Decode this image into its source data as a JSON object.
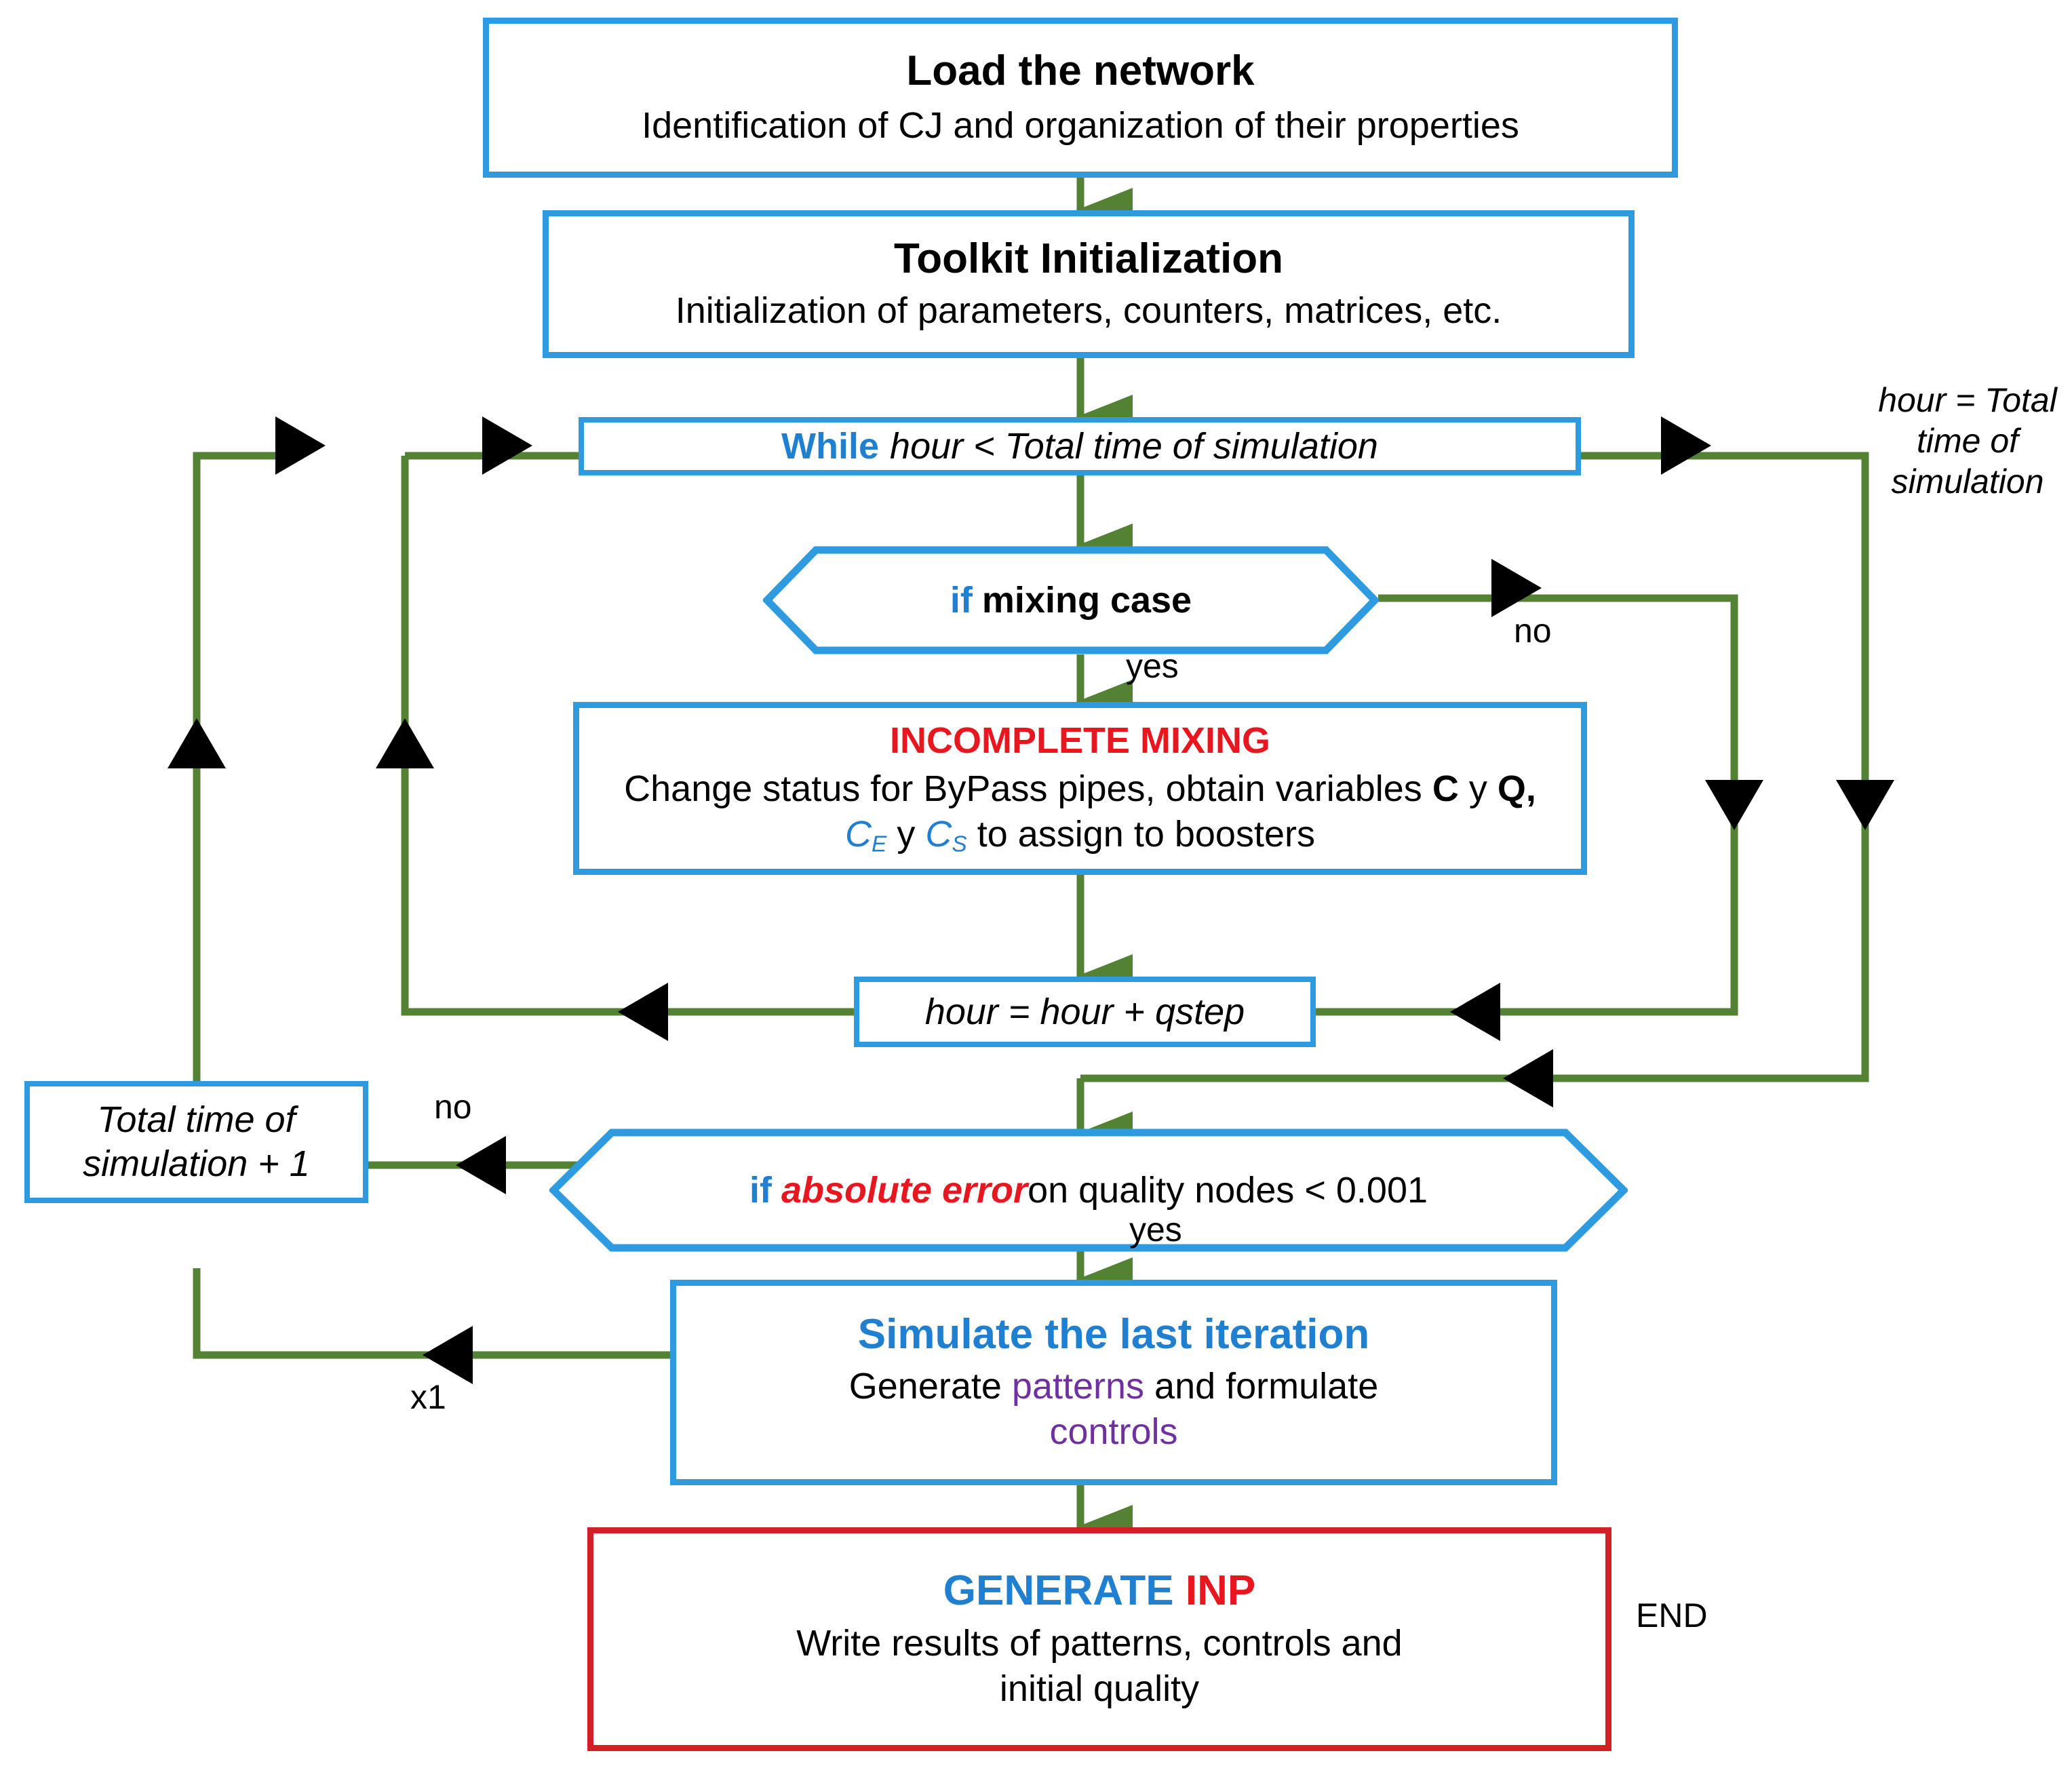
{
  "diagram": {
    "type": "flowchart",
    "title": "Water quality simulation toolkit flowchart",
    "colors": {
      "process_border_blue": "#2E9BE0",
      "terminal_border_red": "#D41F26",
      "connector_green": "#548235",
      "accent_blue_text": "#1F7FD0",
      "accent_red_text": "#E8161F",
      "accent_purple_text": "#7030A0"
    }
  },
  "nodes": {
    "load_network": {
      "title": "Load the network",
      "body": "Identification of CJ and organization of their properties"
    },
    "toolkit_init": {
      "title": "Toolkit Initialization",
      "body": "Initialization of parameters, counters, matrices, etc."
    },
    "while_loop": {
      "keyword": "While",
      "condition": "hour < Total time of simulation"
    },
    "if_mixing": {
      "keyword": "if",
      "condition": "mixing case"
    },
    "incomplete_mixing": {
      "title": "INCOMPLETE MIXING",
      "line1_a": "Change status for ByPass pipes, obtain variables ",
      "line1_b": "C",
      "line1_c": " y ",
      "line1_d": "Q,",
      "line2_ce": "C",
      "line2_ce_sub": "E",
      "line2_mid": " y ",
      "line2_cs": "C",
      "line2_cs_sub": "S",
      "line2_tail": " to assign to boosters"
    },
    "hour_step": {
      "expression": "hour = hour + qstep"
    },
    "total_time_plus_one": {
      "line1": "Total time of",
      "line2": "simulation + 1"
    },
    "if_abs_error": {
      "keyword": "if",
      "emphasis": "absolute error",
      "tail": " on quality nodes < 0.001"
    },
    "simulate_last": {
      "title": "Simulate the last iteration",
      "body_a": "Generate ",
      "body_b": "patterns",
      "body_c": " and formulate",
      "body_d": "controls"
    },
    "generate_inp": {
      "title_a": "GENERATE ",
      "title_b": "INP",
      "body_line1": "Write results of patterns, controls and",
      "body_line2": "initial quality"
    }
  },
  "edge_labels": {
    "hour_equals_total": "hour = Total\ntime of\nsimulation",
    "hour_equals_total_l1": "hour = Total",
    "hour_equals_total_l2": "time of",
    "hour_equals_total_l3": "simulation",
    "mixing_no": "no",
    "mixing_yes": "yes",
    "error_no": "no",
    "error_yes": "yes",
    "loop_x1": "x1",
    "end": "END"
  }
}
